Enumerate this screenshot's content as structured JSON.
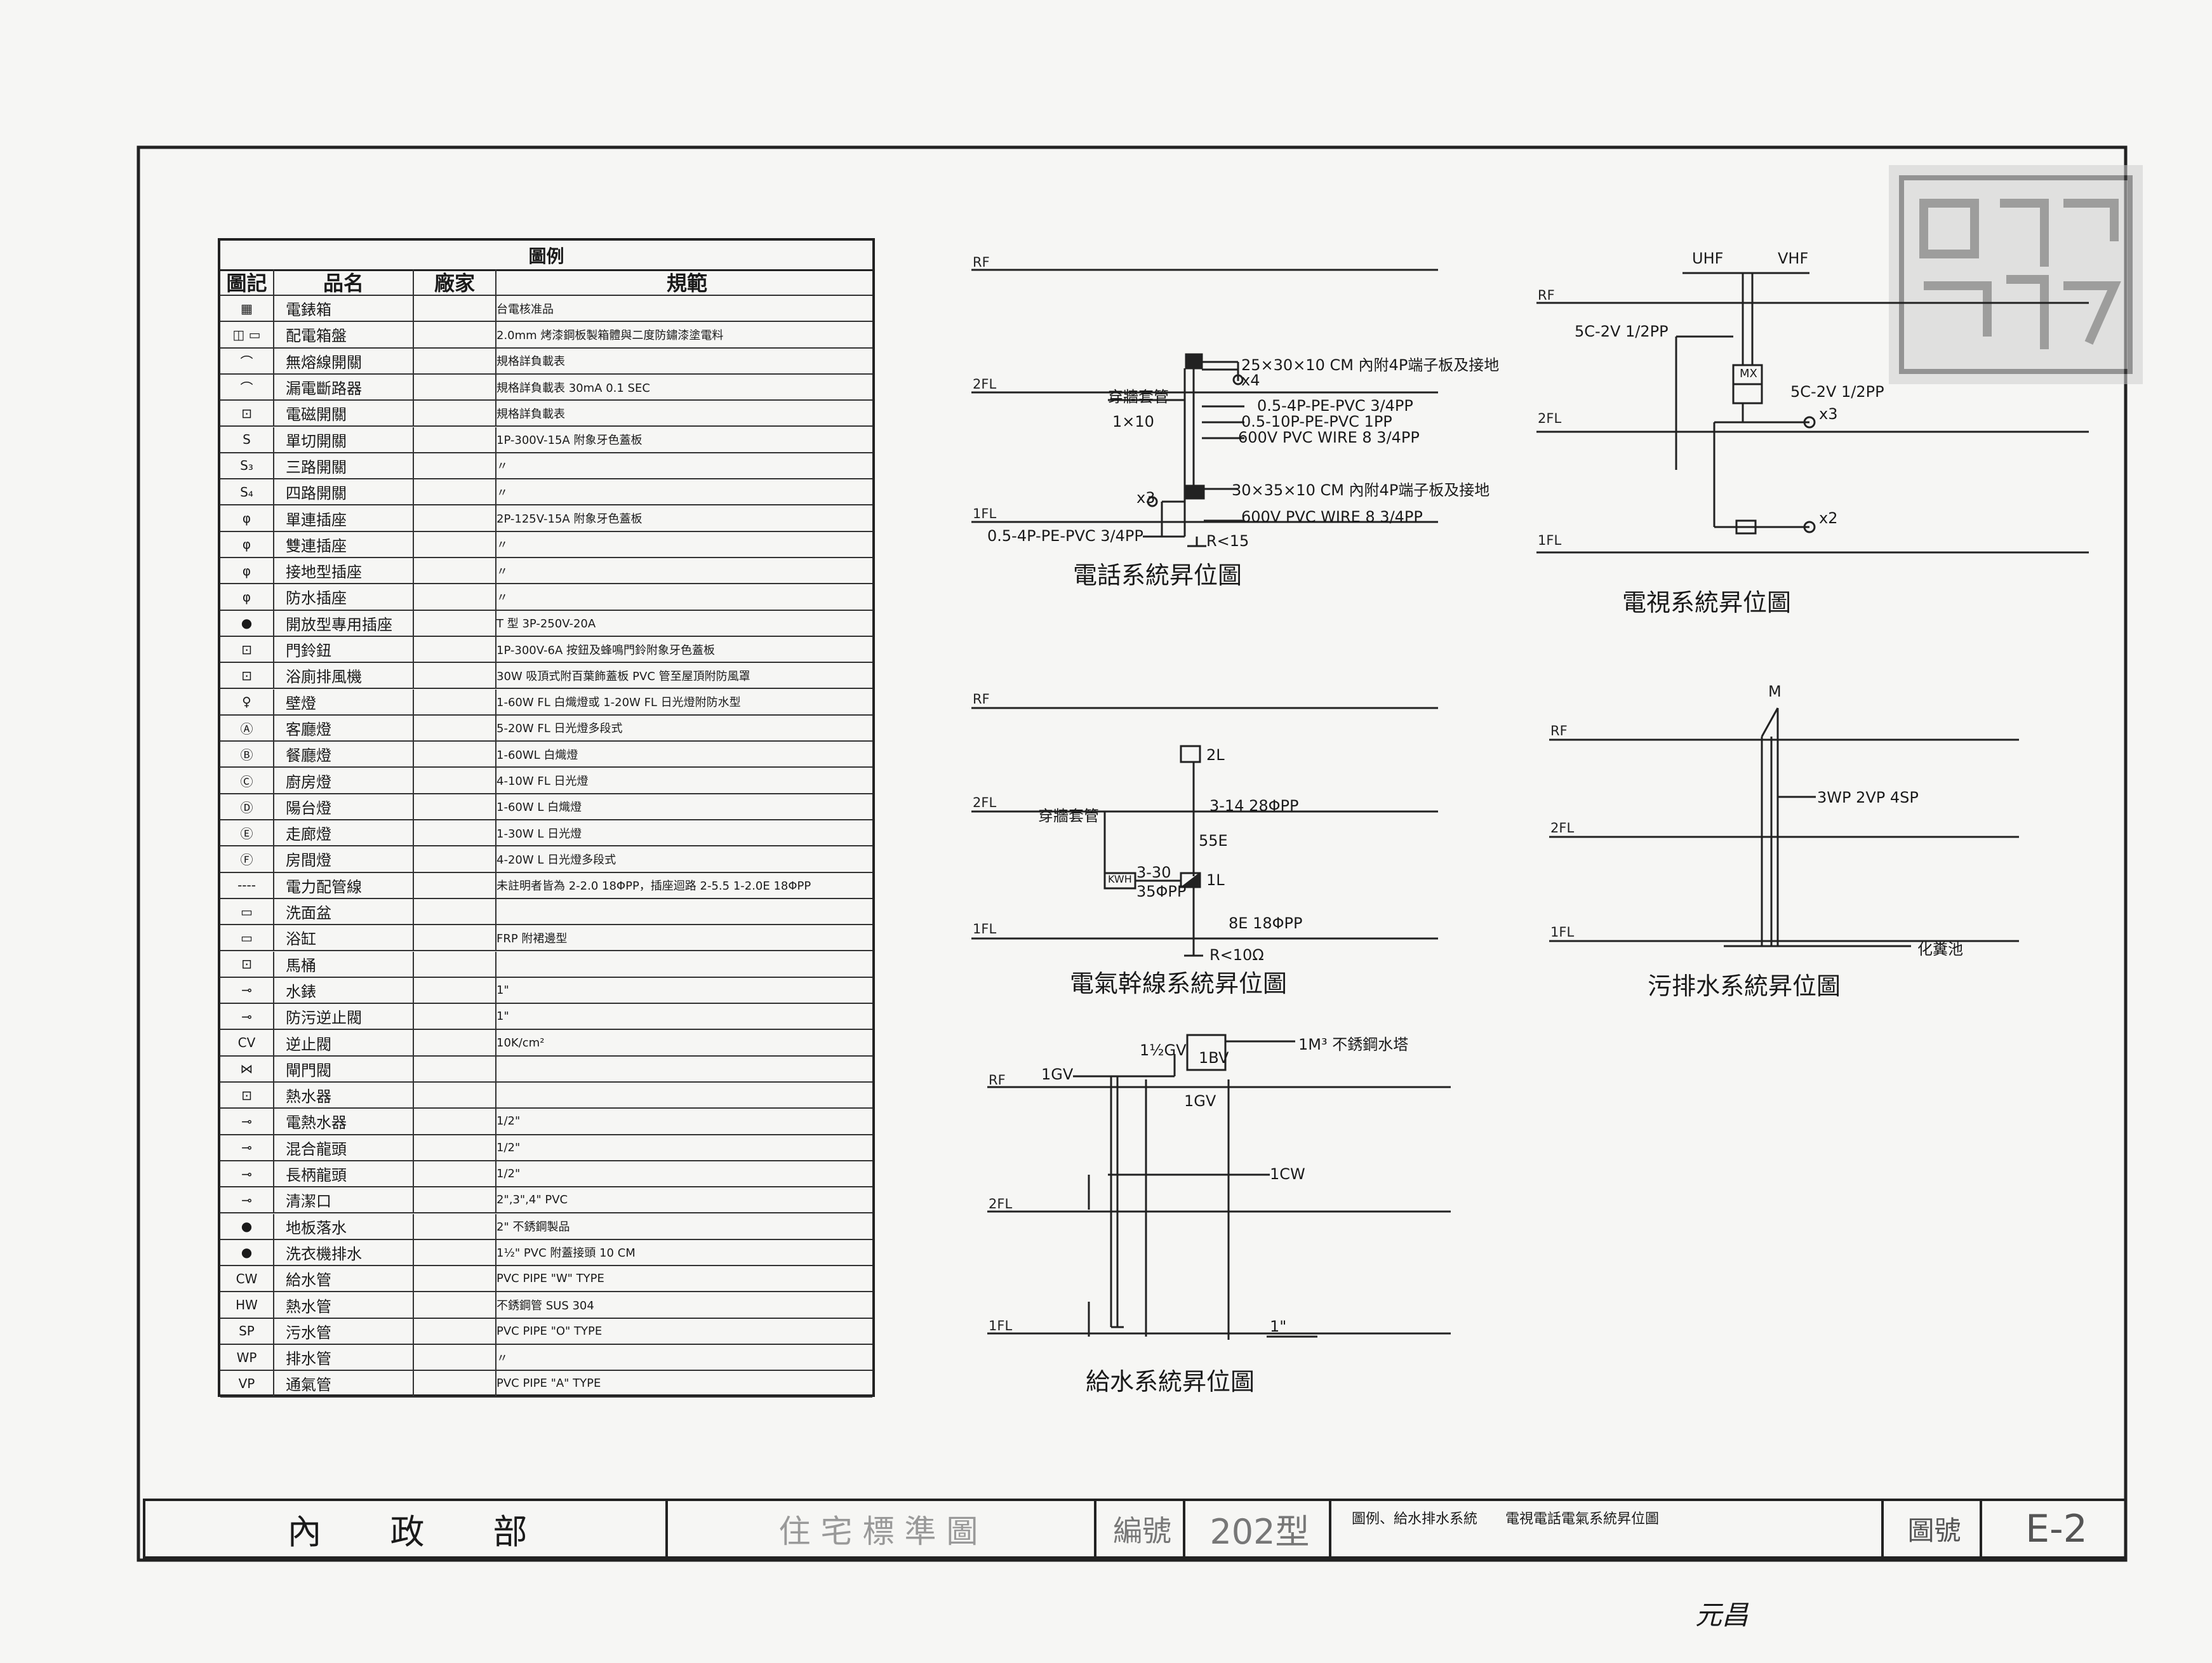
{
  "legend": {
    "title": "圖例",
    "headers": [
      "圖記",
      "品名",
      "廠家",
      "規範"
    ],
    "rows": [
      {
        "symbol": "▦",
        "name": "電錶箱",
        "spec": "台電核准品"
      },
      {
        "symbol": "◫ ▭",
        "name": "配電箱盤",
        "spec": "2.0mm 烤漆鋼板製箱體與二度防鏽漆塗電料"
      },
      {
        "symbol": "⌒",
        "name": "無熔線開關",
        "spec": "規格詳負載表"
      },
      {
        "symbol": "⌒",
        "name": "漏電斷路器",
        "spec": "規格詳負載表 30mA 0.1 SEC"
      },
      {
        "symbol": "⊡",
        "name": "電磁開關",
        "spec": "規格詳負載表"
      },
      {
        "symbol": "S",
        "name": "單切開關",
        "spec": "1P-300V-15A 附象牙色蓋板"
      },
      {
        "symbol": "S₃",
        "name": "三路開關",
        "spec": "〃"
      },
      {
        "symbol": "S₄",
        "name": "四路開關",
        "spec": "〃"
      },
      {
        "symbol": "φ",
        "name": "單連插座",
        "spec": "2P-125V-15A 附象牙色蓋板"
      },
      {
        "symbol": "φ",
        "name": "雙連插座",
        "spec": "〃"
      },
      {
        "symbol": "φ",
        "name": "接地型插座",
        "spec": "〃"
      },
      {
        "symbol": "φ",
        "name": "防水插座",
        "spec": "〃"
      },
      {
        "symbol": "●",
        "name": "開放型專用插座",
        "spec": "T 型 3P-250V-20A"
      },
      {
        "symbol": "⊡",
        "name": "門鈴鈕",
        "spec": "1P-300V-6A 按鈕及蜂鳴門鈴附象牙色蓋板"
      },
      {
        "symbol": "⊡",
        "name": "浴廁排風機",
        "spec": "30W 吸頂式附百葉飾蓋板 PVC 管至屋頂附防風罩"
      },
      {
        "symbol": "♀",
        "name": "壁燈",
        "spec": "1-60W FL 白熾燈或 1-20W FL 日光燈附防水型"
      },
      {
        "symbol": "Ⓐ",
        "name": "客廳燈",
        "spec": "5-20W FL 日光燈多段式"
      },
      {
        "symbol": "Ⓑ",
        "name": "餐廳燈",
        "spec": "1-60WL 白熾燈"
      },
      {
        "symbol": "Ⓒ",
        "name": "廚房燈",
        "spec": "4-10W FL 日光燈"
      },
      {
        "symbol": "Ⓓ",
        "name": "陽台燈",
        "spec": "1-60W L 白熾燈"
      },
      {
        "symbol": "Ⓔ",
        "name": "走廊燈",
        "spec": "1-30W L 日光燈"
      },
      {
        "symbol": "Ⓕ",
        "name": "房間燈",
        "spec": "4-20W L 日光燈多段式"
      },
      {
        "symbol": "----",
        "name": "電力配管線",
        "spec": "未註明者皆為 2-2.0 18ΦPP，插座迴路 2-5.5 1-2.0E 18ΦPP"
      },
      {
        "symbol": "▭",
        "name": "洗面盆",
        "spec": ""
      },
      {
        "symbol": "▭",
        "name": "浴缸",
        "spec": "FRP 附裙邊型"
      },
      {
        "symbol": "⊡",
        "name": "馬桶",
        "spec": ""
      },
      {
        "symbol": "⊸",
        "name": "水錶",
        "spec": "1\""
      },
      {
        "symbol": "⊸",
        "name": "防污逆止閥",
        "spec": "1\""
      },
      {
        "symbol": "CV",
        "name": "逆止閥",
        "spec": "10K/cm²"
      },
      {
        "symbol": "⋈",
        "name": "閘門閥",
        "spec": ""
      },
      {
        "symbol": "⊡",
        "name": "熱水器",
        "spec": ""
      },
      {
        "symbol": "⊸",
        "name": "電熱水器",
        "spec": "1/2\""
      },
      {
        "symbol": "⊸",
        "name": "混合龍頭",
        "spec": "1/2\""
      },
      {
        "symbol": "⊸",
        "name": "長柄龍頭",
        "spec": "1/2\""
      },
      {
        "symbol": "⊸",
        "name": "清潔口",
        "spec": "2\",3\",4\" PVC"
      },
      {
        "symbol": "●",
        "name": "地板落水",
        "spec": "2\" 不銹鋼製品"
      },
      {
        "symbol": "●",
        "name": "洗衣機排水",
        "spec": "1½\" PVC 附蓋接頭 10 CM"
      },
      {
        "symbol": "CW",
        "name": "給水管",
        "spec": "PVC PIPE \"W\" TYPE"
      },
      {
        "symbol": "HW",
        "name": "熱水管",
        "spec": "不銹鋼管 SUS 304"
      },
      {
        "symbol": "SP",
        "name": "污水管",
        "spec": "PVC PIPE \"O\" TYPE"
      },
      {
        "symbol": "WP",
        "name": "排水管",
        "spec": "〃"
      },
      {
        "symbol": "VP",
        "name": "通氣管",
        "spec": "PVC PIPE \"A\" TYPE"
      }
    ]
  },
  "phone_diagram": {
    "caption": "電話系統昇位圖",
    "levels": [
      "RF",
      "2FL",
      "1FL"
    ],
    "labels": {
      "box_top": "25×30×10 CM 內附4P端子板及接地",
      "x4": "x4",
      "sleeve": "穿牆套管",
      "p1": "0.5-4P-PE-PVC 3/4PP",
      "p2": "0.5-10P-PE-PVC 1PP",
      "p3": "600V PVC WIRE 8 3/4PP",
      "one_x10": "1×10",
      "box_bottom": "30×35×10 CM 內附4P端子板及接地",
      "p4": "600V PVC WIRE 8 3/4PP",
      "x3": "x3",
      "p5": "0.5-4P-PE-PVC 3/4PP",
      "ground": "R<15"
    }
  },
  "tv_diagram": {
    "caption": "電視系統昇位圖",
    "levels": [
      "RF",
      "2FL",
      "1FL"
    ],
    "labels": {
      "uhf": "UHF",
      "vhf": "VHF",
      "c1": "5C-2V 1/2PP",
      "c2": "5C-2V 1/2PP",
      "x3": "x3",
      "x2": "x2",
      "amp": "MX"
    }
  },
  "power_diagram": {
    "caption": "電氣幹線系統昇位圖",
    "levels": [
      "RF",
      "2FL",
      "1FL"
    ],
    "labels": {
      "l2": "2L",
      "l1": "1L",
      "sleeve": "穿牆套管",
      "w1": "3-14 28ΦPP",
      "w2": "55E",
      "w3": "3-30",
      "w4": "35ΦPP",
      "kwh": "KWH",
      "w5": "8E 18ΦPP",
      "ground": "R<10Ω"
    }
  },
  "drain_diagram": {
    "caption": "污排水系統昇位圖",
    "levels": [
      "RF",
      "2FL",
      "1FL"
    ],
    "labels": {
      "top": "M",
      "pipes": "3WP 2VP 4SP",
      "tank": "化糞池"
    }
  },
  "water_diagram": {
    "caption": "給水系統昇位圖",
    "levels": [
      "RF",
      "2FL",
      "1FL"
    ],
    "labels": {
      "gv1": "1GV",
      "gv2": "1½GV",
      "bv": "1BV",
      "gv3": "1GV",
      "tank": "1M³ 不銹鋼水塔",
      "cw": "1CW",
      "meter": "1\""
    }
  },
  "title_block": {
    "ministry": "內　　政　　部",
    "drawing_type": "住宅標準圖",
    "code_label": "編號",
    "code": "202型",
    "description": "圖例、給水排水系統　　電視電話電氣系統昇位圖",
    "sheet_label": "圖號",
    "sheet": "E-2"
  },
  "stamp": "內政部印",
  "note": "元昌"
}
